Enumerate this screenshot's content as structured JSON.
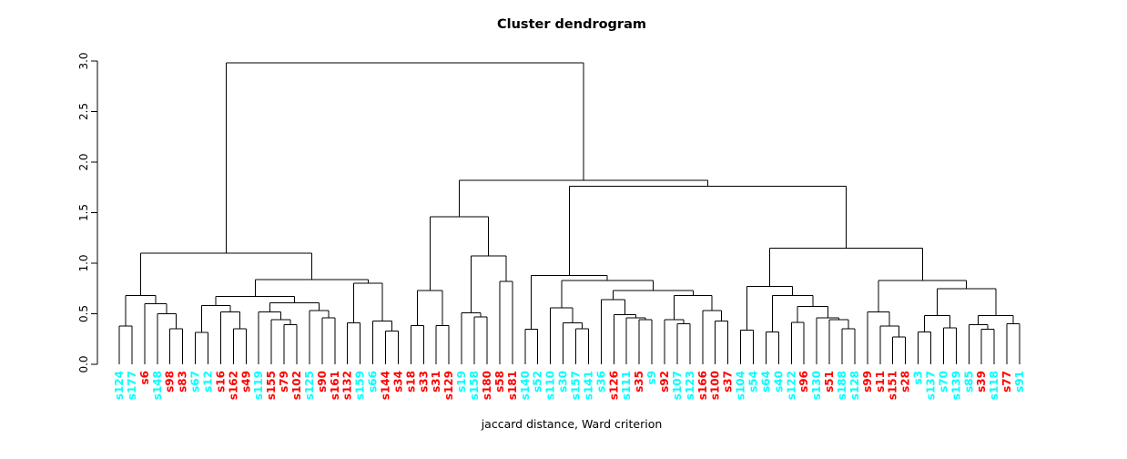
{
  "chart_data": {
    "type": "dendrogram",
    "title": "Cluster dendrogram",
    "xlabel": "jaccard distance, Ward criterion",
    "ylabel": "",
    "ylim": [
      0,
      3
    ],
    "y_ticks": [
      "0.0",
      "0.5",
      "1.0",
      "1.5",
      "2.0",
      "2.5",
      "3.0"
    ],
    "y_tick_values": [
      0,
      0.5,
      1,
      1.5,
      2,
      2.5,
      3
    ],
    "grid": false,
    "legend": "none",
    "colors": {
      "line": "#000000",
      "background": "#FFFFFF",
      "leaf_red": "#FF0000",
      "leaf_cyan": "#00FFFF"
    },
    "leaves": [
      {
        "label": "s124",
        "color": "cyan"
      },
      {
        "label": "s177",
        "color": "cyan"
      },
      {
        "label": "s6",
        "color": "red"
      },
      {
        "label": "s148",
        "color": "cyan"
      },
      {
        "label": "s98",
        "color": "red"
      },
      {
        "label": "s83",
        "color": "red"
      },
      {
        "label": "s67",
        "color": "cyan"
      },
      {
        "label": "s12",
        "color": "cyan"
      },
      {
        "label": "s16",
        "color": "red"
      },
      {
        "label": "s162",
        "color": "red"
      },
      {
        "label": "s49",
        "color": "red"
      },
      {
        "label": "s119",
        "color": "cyan"
      },
      {
        "label": "s155",
        "color": "red"
      },
      {
        "label": "s79",
        "color": "red"
      },
      {
        "label": "s102",
        "color": "red"
      },
      {
        "label": "s125",
        "color": "cyan"
      },
      {
        "label": "s90",
        "color": "red"
      },
      {
        "label": "s161",
        "color": "red"
      },
      {
        "label": "s132",
        "color": "red"
      },
      {
        "label": "s159",
        "color": "cyan"
      },
      {
        "label": "s66",
        "color": "cyan"
      },
      {
        "label": "s144",
        "color": "red"
      },
      {
        "label": "s34",
        "color": "red"
      },
      {
        "label": "s18",
        "color": "red"
      },
      {
        "label": "s33",
        "color": "red"
      },
      {
        "label": "s31",
        "color": "red"
      },
      {
        "label": "s129",
        "color": "red"
      },
      {
        "label": "s19",
        "color": "cyan"
      },
      {
        "label": "s158",
        "color": "cyan"
      },
      {
        "label": "s180",
        "color": "red"
      },
      {
        "label": "s58",
        "color": "red"
      },
      {
        "label": "s181",
        "color": "red"
      },
      {
        "label": "s140",
        "color": "cyan"
      },
      {
        "label": "s52",
        "color": "cyan"
      },
      {
        "label": "s110",
        "color": "cyan"
      },
      {
        "label": "s30",
        "color": "cyan"
      },
      {
        "label": "s157",
        "color": "cyan"
      },
      {
        "label": "s141",
        "color": "cyan"
      },
      {
        "label": "s36",
        "color": "cyan"
      },
      {
        "label": "s126",
        "color": "red"
      },
      {
        "label": "s111",
        "color": "cyan"
      },
      {
        "label": "s35",
        "color": "red"
      },
      {
        "label": "s9",
        "color": "cyan"
      },
      {
        "label": "s92",
        "color": "red"
      },
      {
        "label": "s107",
        "color": "cyan"
      },
      {
        "label": "s123",
        "color": "cyan"
      },
      {
        "label": "s166",
        "color": "red"
      },
      {
        "label": "s100",
        "color": "red"
      },
      {
        "label": "s37",
        "color": "red"
      },
      {
        "label": "s104",
        "color": "cyan"
      },
      {
        "label": "s54",
        "color": "cyan"
      },
      {
        "label": "s64",
        "color": "cyan"
      },
      {
        "label": "s40",
        "color": "cyan"
      },
      {
        "label": "s122",
        "color": "cyan"
      },
      {
        "label": "s96",
        "color": "red"
      },
      {
        "label": "s130",
        "color": "cyan"
      },
      {
        "label": "s51",
        "color": "red"
      },
      {
        "label": "s188",
        "color": "cyan"
      },
      {
        "label": "s128",
        "color": "cyan"
      },
      {
        "label": "s99",
        "color": "red"
      },
      {
        "label": "s11",
        "color": "red"
      },
      {
        "label": "s151",
        "color": "red"
      },
      {
        "label": "s28",
        "color": "red"
      },
      {
        "label": "s3",
        "color": "cyan"
      },
      {
        "label": "s137",
        "color": "cyan"
      },
      {
        "label": "s70",
        "color": "cyan"
      },
      {
        "label": "s139",
        "color": "cyan"
      },
      {
        "label": "s85",
        "color": "cyan"
      },
      {
        "label": "s39",
        "color": "red"
      },
      {
        "label": "s118",
        "color": "cyan"
      },
      {
        "label": "s77",
        "color": "red"
      },
      {
        "label": "s91",
        "color": "cyan"
      }
    ],
    "tree": [
      2.98,
      [
        1.1,
        [
          0.68,
          [
            0.38,
            0,
            1
          ],
          [
            0.6,
            2,
            [
              0.5,
              3,
              [
                0.35,
                4,
                5
              ]
            ]
          ]
        ],
        [
          0.84,
          [
            0.67,
            [
              0.58,
              [
                0.315,
                6,
                7
              ],
              [
                0.52,
                8,
                [
                  0.35,
                  9,
                  10
                ]
              ]
            ],
            [
              0.61,
              [
                0.52,
                11,
                [
                  0.44,
                  12,
                  [
                    0.39,
                    13,
                    14
                  ]
                ]
              ],
              [
                0.53,
                15,
                [
                  0.46,
                  16,
                  17
                ]
              ]
            ]
          ],
          [
            0.8,
            [
              0.41,
              18,
              19
            ],
            [
              0.43,
              20,
              [
                0.33,
                21,
                22
              ]
            ]
          ]
        ]
      ],
      [
        1.82,
        [
          1.46,
          [
            0.73,
            [
              0.385,
              23,
              24
            ],
            [
              0.385,
              25,
              26
            ]
          ],
          [
            1.07,
            [
              0.51,
              27,
              [
                0.47,
                28,
                29
              ]
            ],
            [
              0.82,
              30,
              31
            ]
          ]
        ],
        [
          1.76,
          [
            0.88,
            [
              0.345,
              32,
              33
            ],
            [
              0.83,
              [
                0.56,
                34,
                [
                  0.41,
                  35,
                  [
                    0.35,
                    36,
                    37
                  ]
                ]
              ],
              [
                0.73,
                [
                  0.64,
                  38,
                  [
                    0.49,
                    39,
                    [
                      0.46,
                      40,
                      [
                        0.44,
                        41,
                        42
                      ]
                    ]
                  ]
                ],
                [
                  0.68,
                  [
                    0.44,
                    43,
                    [
                      0.4,
                      44,
                      45
                    ]
                  ],
                  [
                    0.53,
                    46,
                    [
                      0.43,
                      47,
                      48
                    ]
                  ]
                ]
              ]
            ]
          ],
          [
            1.15,
            [
              0.77,
              [
                0.34,
                49,
                50
              ],
              [
                0.68,
                [
                  0.32,
                  51,
                  52
                ],
                [
                  0.57,
                  [
                    0.415,
                    53,
                    54
                  ],
                  [
                    0.46,
                    55,
                    [
                      0.44,
                      56,
                      [
                        0.35,
                        57,
                        58
                      ]
                    ]
                  ]
                ]
              ]
            ],
            [
              0.83,
              [
                0.52,
                59,
                [
                  0.38,
                  60,
                  [
                    0.27,
                    61,
                    62
                  ]
                ]
              ],
              [
                0.75,
                [
                  0.48,
                  [
                    0.32,
                    63,
                    64
                  ],
                  [
                    0.36,
                    65,
                    66
                  ]
                ],
                [
                  0.48,
                  [
                    0.39,
                    67,
                    [
                      0.345,
                      68,
                      69
                    ]
                  ],
                  [
                    0.4,
                    70,
                    71
                  ]
                ]
              ]
            ]
          ]
        ]
      ]
    ]
  }
}
